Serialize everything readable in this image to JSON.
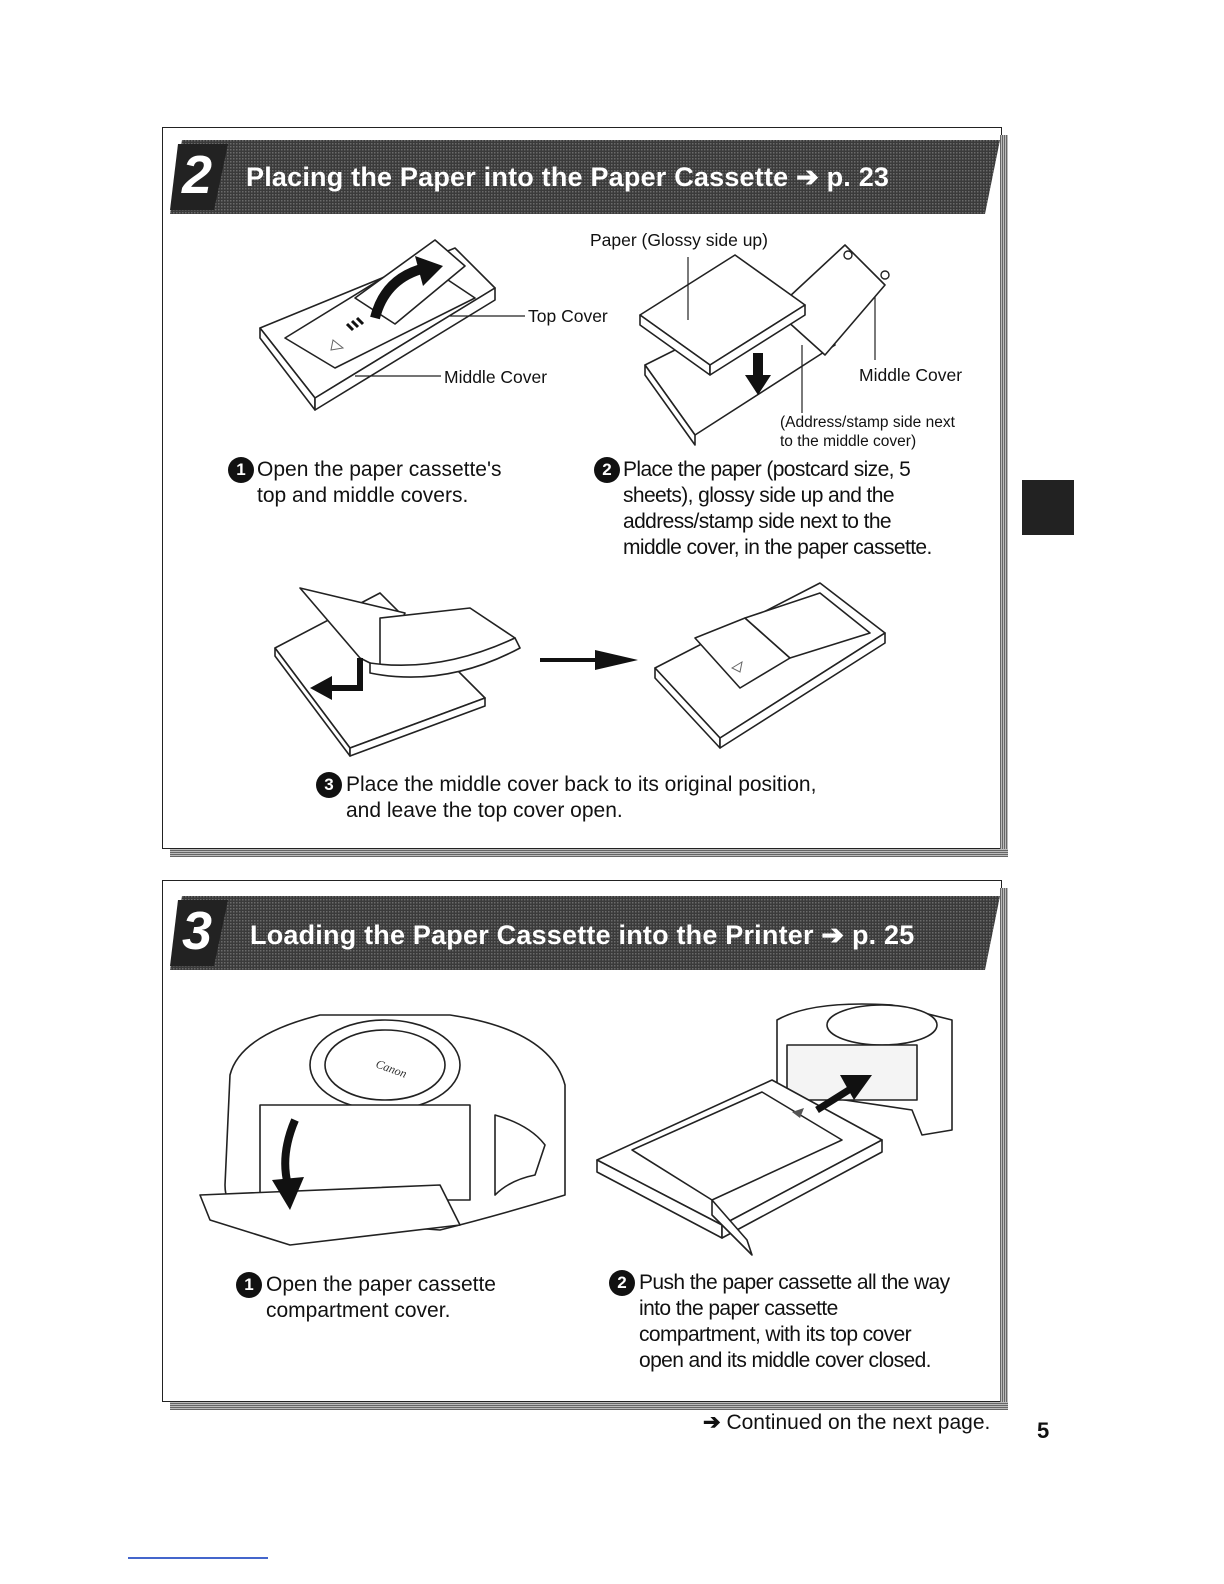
{
  "section2": {
    "number": "2",
    "title": "Placing the Paper into the Paper Cassette",
    "arrow": "➔",
    "page_ref": "p. 23",
    "labels": {
      "top_cover": "Top Cover",
      "middle_cover_left": "Middle Cover",
      "paper_glossy": "Paper (Glossy side up)",
      "middle_cover_right": "Middle Cover",
      "address_line1": "(Address/stamp side next",
      "address_line2": "to the middle cover)"
    },
    "steps": [
      {
        "num": "1",
        "line1": "Open the paper cassette's",
        "line2": "top and middle covers."
      },
      {
        "num": "2",
        "line1": "Place the paper (postcard size, 5",
        "line2": "sheets), glossy side up and the",
        "line3": "address/stamp side next to the",
        "line4": "middle cover, in the paper cassette."
      },
      {
        "num": "3",
        "line1": "Place the middle cover back to its original position,",
        "line2": "and leave the top cover open."
      }
    ]
  },
  "section3": {
    "number": "3",
    "title": "Loading the Paper Cassette into the Printer",
    "arrow": "➔",
    "page_ref": "p. 25",
    "steps": [
      {
        "num": "1",
        "line1": "Open the paper cassette",
        "line2": "compartment cover."
      },
      {
        "num": "2",
        "line1": "Push the paper cassette all the way",
        "line2": "into the paper cassette",
        "line3": "compartment, with its top cover",
        "line4": "open and its middle cover closed."
      }
    ]
  },
  "footer": {
    "continued_arrow": "➔",
    "continued": "Continued on the next page.",
    "page_number": "5"
  }
}
